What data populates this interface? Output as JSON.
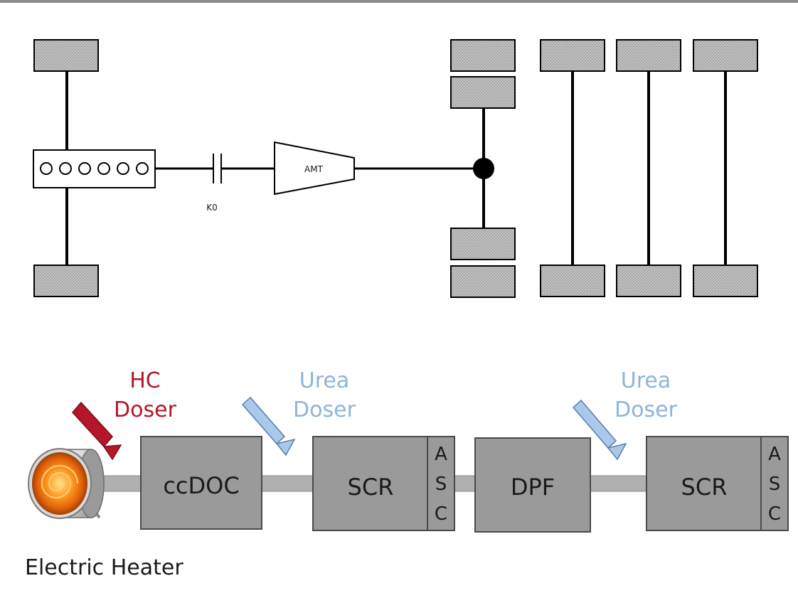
{
  "drivetrain": {
    "engine_cylinders": 6,
    "clutch_label": "K0",
    "transmission_label": "AMT"
  },
  "aftertreatment": {
    "hc_doser_line1": "HC",
    "hc_doser_line2": "Doser",
    "urea_doser_1_line1": "Urea",
    "urea_doser_1_line2": "Doser",
    "urea_doser_2_line1": "Urea",
    "urea_doser_2_line2": "Doser",
    "ccdoc_label": "ccDOC",
    "scr1_label": "SCR",
    "asc1_letters": [
      "A",
      "S",
      "C"
    ],
    "dpf_label": "DPF",
    "scr2_label": "SCR",
    "asc2_letters": [
      "A",
      "S",
      "C"
    ],
    "heater_label": "Electric Heater"
  },
  "colors": {
    "hc_doser": "#b5162b",
    "urea_doser_text": "#8fb4d9",
    "urea_doser_fill": "#a9c8ea",
    "component_fill": "#9a9a9a",
    "pipe": "#b0b0b0",
    "tire_fill": "#c8c8c8"
  }
}
